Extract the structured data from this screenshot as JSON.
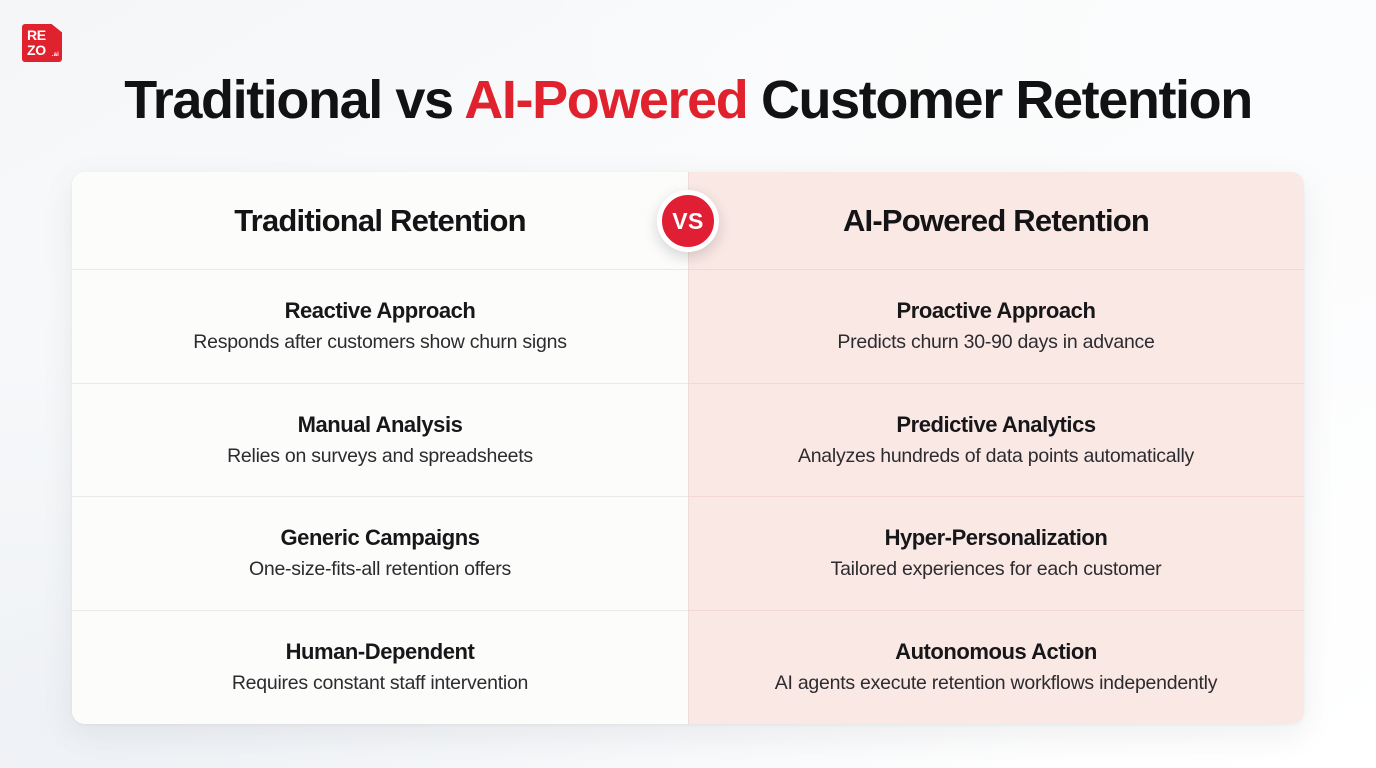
{
  "brand": {
    "logo_name": "rezo-ai-logo",
    "logo_line1": "RE",
    "logo_line2": "ZO",
    "logo_suffix": ".ai",
    "logo_color": "#e0222f"
  },
  "title": {
    "part1": "Traditional vs ",
    "accent": "AI-Powered",
    "part2": " Customer Retention",
    "accent_color": "#e0222f"
  },
  "comparison": {
    "vs_badge": "VS",
    "vs_badge_color": "#e01f34",
    "left_column": {
      "header": "Traditional Retention",
      "background_color": "#fcfcfb",
      "rows": [
        {
          "title": "Reactive Approach",
          "desc": "Responds after customers show churn signs"
        },
        {
          "title": "Manual Analysis",
          "desc": "Relies on surveys and spreadsheets"
        },
        {
          "title": "Generic Campaigns",
          "desc": "One-size-fits-all retention offers"
        },
        {
          "title": "Human-Dependent",
          "desc": "Requires constant staff intervention"
        }
      ]
    },
    "right_column": {
      "header": "AI-Powered Retention",
      "background_color": "#fae8e5",
      "rows": [
        {
          "title": "Proactive Approach",
          "desc": "Predicts churn 30-90 days in advance"
        },
        {
          "title": "Predictive Analytics",
          "desc": "Analyzes hundreds of data points automatically"
        },
        {
          "title": "Hyper-Personalization",
          "desc": "Tailored experiences for each customer"
        },
        {
          "title": "Autonomous Action",
          "desc": "AI agents execute retention workflows independently"
        }
      ]
    }
  }
}
